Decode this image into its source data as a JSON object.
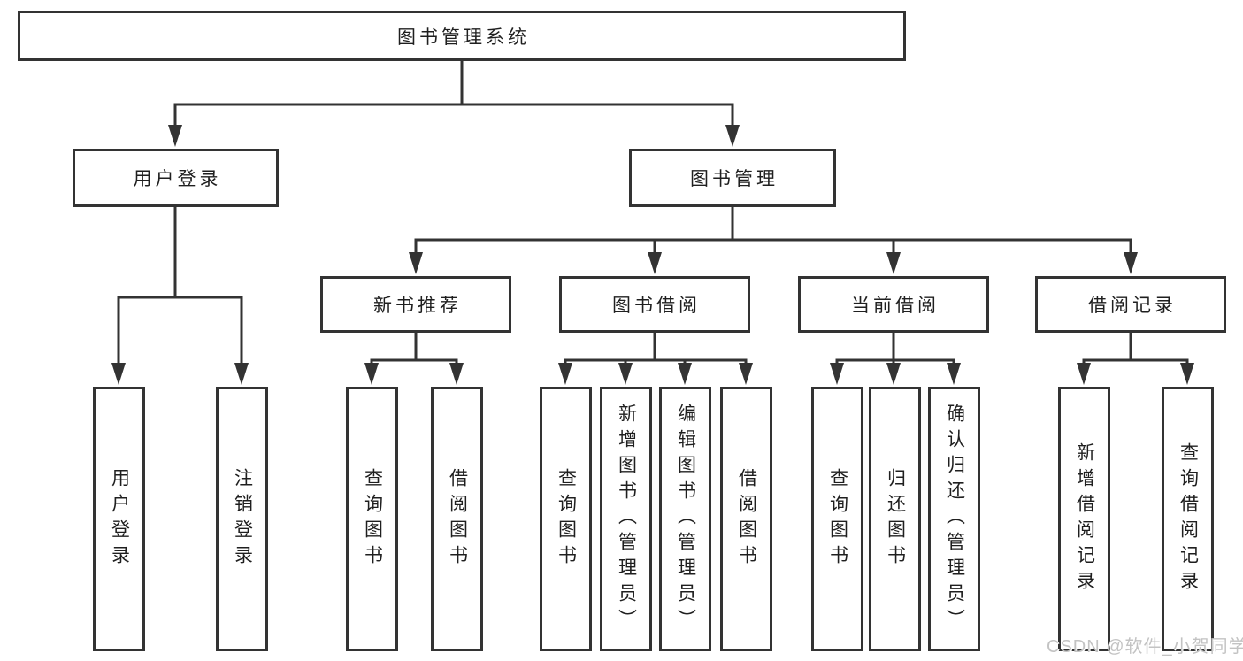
{
  "tree": {
    "root": {
      "label": "图书管理系统",
      "children": [
        {
          "label": "用户登录",
          "leaves": [
            "用户登录",
            "注销登录"
          ]
        },
        {
          "label": "图书管理",
          "children": [
            {
              "label": "新书推荐",
              "leaves": [
                "查询图书",
                "借阅图书"
              ]
            },
            {
              "label": "图书借阅",
              "leaves": [
                "查询图书",
                "新增图书（管理员）",
                "编辑图书（管理员）",
                "借阅图书"
              ]
            },
            {
              "label": "当前借阅",
              "leaves": [
                "查询图书",
                "归还图书",
                "确认归还（管理员）"
              ]
            },
            {
              "label": "借阅记录",
              "leaves": [
                "新增借阅记录",
                "查询借阅记录"
              ]
            }
          ]
        }
      ]
    }
  },
  "watermark": {
    "text": "CSDN @软件_小贺同学"
  },
  "colors": {
    "line": "#333333",
    "box_border": "#333333",
    "text": "#1f1f1f",
    "watermark": "#c3c3c3",
    "background": "#ffffff"
  }
}
